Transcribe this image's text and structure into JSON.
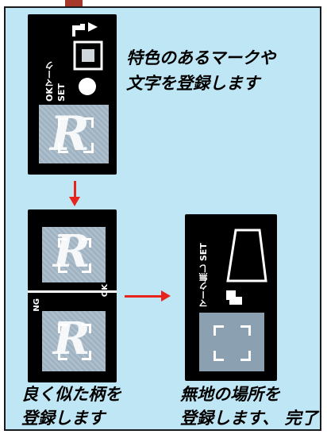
{
  "captions": {
    "step1_line1": "特色のあるマークや",
    "step1_line2": "文字を登録します",
    "step2_line1": "良く似た柄を",
    "step2_line2": "登録します",
    "step3_line1": "無地の場所を",
    "step3_line2": "登録します、 完了"
  },
  "screen1": {
    "set_label": "OKマーク SET",
    "pattern_text": "R"
  },
  "screen2": {
    "top_pattern_text": "R",
    "bottom_pattern_text": "R",
    "ok_label": "OK",
    "ng_label": "NG"
  },
  "screen3": {
    "set_label": "マーク無し SET"
  },
  "colors": {
    "panel_bg": "#bfe6f4",
    "arrow": "#e8231b",
    "screen_bg": "#000000"
  }
}
